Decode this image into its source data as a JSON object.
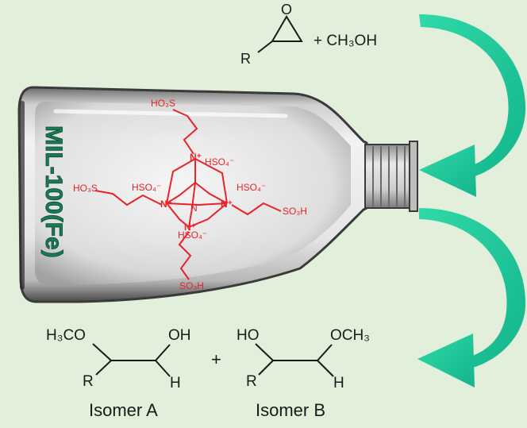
{
  "reactants": {
    "epoxide_o": "O",
    "epoxide_r": "R",
    "plus_methanol": "+ CH₃OH"
  },
  "catalyst": {
    "label": "MIL-100(Fe)",
    "sulfonate_top": "HO₃S",
    "sulfonate_left": "HO₃S",
    "sulfonate_right": "SO₃H",
    "sulfonate_bottom": "SO₃H",
    "bisulfate": "HSO₄⁻",
    "n_plus": "N⁺",
    "n": "N"
  },
  "products": {
    "isomer_a": {
      "substituent": "H₃CO",
      "hydroxyl": "OH",
      "r": "R",
      "h": "H",
      "name": "Isomer A"
    },
    "plus": "+",
    "isomer_b": {
      "hydroxyl": "HO",
      "substituent": "OCH₃",
      "r": "R",
      "h": "H",
      "name": "Isomer B"
    }
  },
  "colors": {
    "background": "#e2efda",
    "arrow": "#1ec19a",
    "catalyst_label": "#1a7a55",
    "structure": "#e8222a"
  }
}
